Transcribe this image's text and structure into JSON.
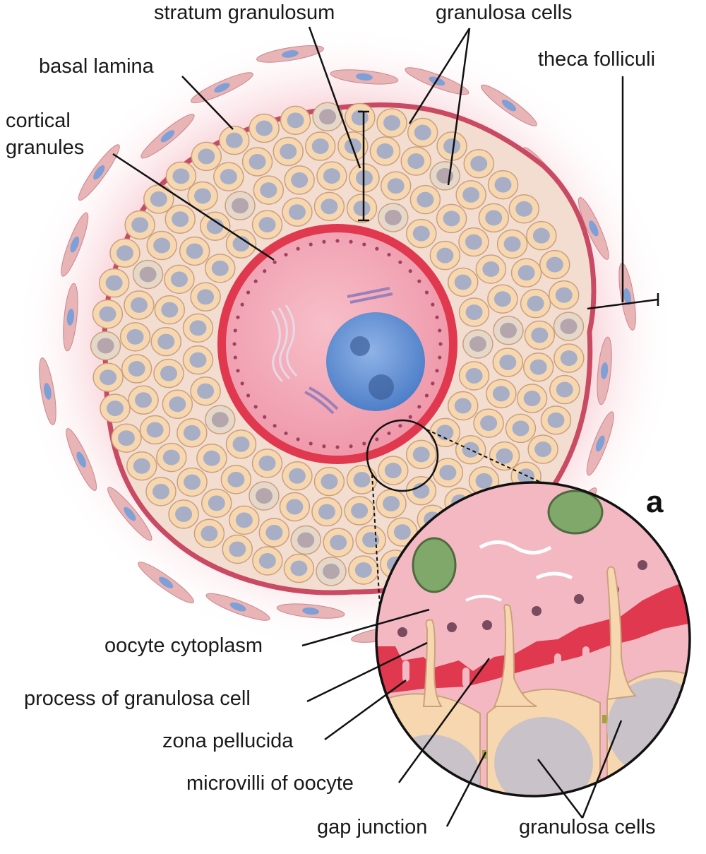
{
  "labels": {
    "stratum_granulosum": "stratum granulosum",
    "granulosa_cells_top": "granulosa cells",
    "basal_lamina": "basal lamina",
    "theca_folliculi": "theca folliculi",
    "cortical_granules_line1": "cortical",
    "cortical_granules_line2": "granules",
    "oocyte_cytoplasm": "oocyte cytoplasm",
    "process_of_granulosa_cell": "process of granulosa cell",
    "zona_pellucida": "zona pellucida",
    "microvilli_of_oocyte": "microvilli of oocyte",
    "gap_junction": "gap junction",
    "granulosa_cells_bottom": "granulosa cells"
  },
  "panel_letter": "a",
  "colors": {
    "background_glow": "#f7c9d0",
    "basal_lamina": "#c94a63",
    "granulosa_cytoplasm": "#f7d7b0",
    "granulosa_nucleus": "#a8aec6",
    "zona_pellucida": "#e0384e",
    "oocyte_cytoplasm": "#f2a5b3",
    "oocyte_nucleus": "#5f8fd3",
    "theca_cell": "#e8b4b6",
    "theca_nucleus": "#7ea0d6"
  }
}
